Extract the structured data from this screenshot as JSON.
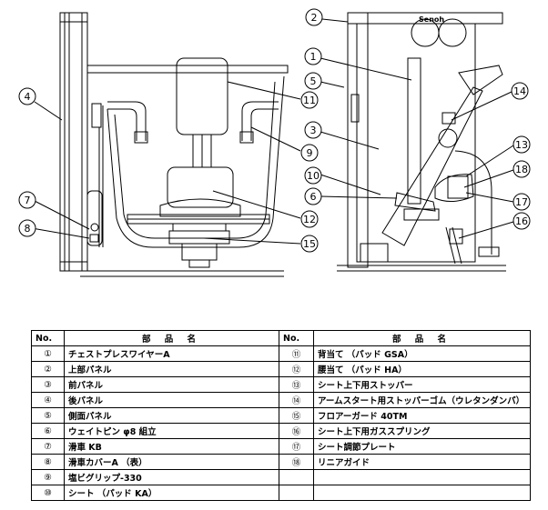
{
  "callouts": {
    "n1": "1",
    "n2": "2",
    "n3": "3",
    "n4": "4",
    "n5": "5",
    "n6": "6",
    "n7": "7",
    "n8": "8",
    "n9": "9",
    "n10": "10",
    "n11": "11",
    "n12": "12",
    "n13": "13",
    "n14": "14",
    "n15": "15",
    "n16": "16",
    "n17": "17",
    "n18": "18"
  },
  "brand_mark": "Senoh",
  "table": {
    "header_no": "No.",
    "header_name": "部 品 名",
    "left_rows": [
      {
        "no": "①",
        "name": "チェストプレスワイヤーA"
      },
      {
        "no": "②",
        "name": "上部パネル"
      },
      {
        "no": "③",
        "name": "前パネル"
      },
      {
        "no": "④",
        "name": "後パネル"
      },
      {
        "no": "⑤",
        "name": "側面パネル"
      },
      {
        "no": "⑥",
        "name": "ウェイトピン φ8 組立"
      },
      {
        "no": "⑦",
        "name": "滑車 KB"
      },
      {
        "no": "⑧",
        "name": "滑車カバーA （表）"
      },
      {
        "no": "⑨",
        "name": "塩ビグリップ-330"
      },
      {
        "no": "⑩",
        "name": "シート （パッド KA）"
      }
    ],
    "right_rows": [
      {
        "no": "⑪",
        "name": "背当て （パッド GSA）"
      },
      {
        "no": "⑫",
        "name": "腰当て （パッド HA）"
      },
      {
        "no": "⑬",
        "name": "シート上下用ストッパー"
      },
      {
        "no": "⑭",
        "name": "アームスタート用ストッパーゴム（ウレタンダンパ）"
      },
      {
        "no": "⑮",
        "name": "フロアーガード 40TM"
      },
      {
        "no": "⑯",
        "name": "シート上下用ガススプリング"
      },
      {
        "no": "⑰",
        "name": "シート調節プレート"
      },
      {
        "no": "⑱",
        "name": "リニアガイド"
      },
      {
        "no": "",
        "name": ""
      },
      {
        "no": "",
        "name": ""
      }
    ]
  }
}
